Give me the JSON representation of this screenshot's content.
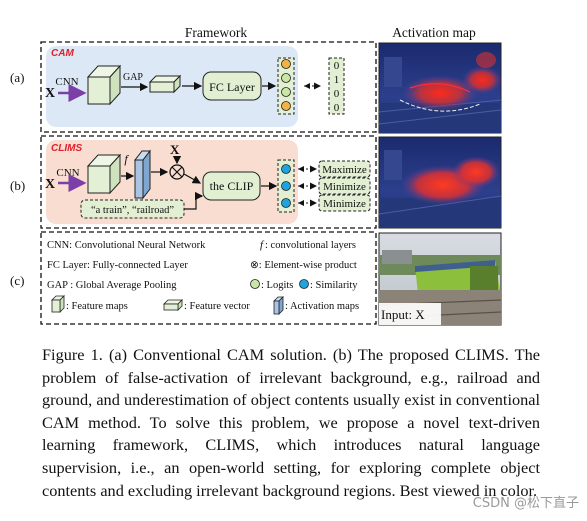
{
  "header": {
    "framework": "Framework",
    "activation_map": "Activation map"
  },
  "panel_a": {
    "row_label": "(a)",
    "tag": "CAM",
    "input": "X",
    "cnn": "CNN",
    "gap": "GAP",
    "fc_layer": "FC Layer",
    "onehot": [
      "0",
      "1",
      "0",
      "0"
    ]
  },
  "panel_b": {
    "row_label": "(b)",
    "tag": "CLIMS",
    "input": "X",
    "cnn": "CNN",
    "f": "f",
    "x_top": "X",
    "clip": "the CLIP",
    "text_prompt": "“a train”, “railroad”",
    "objectives": [
      "Maximize",
      "Minimize",
      "Minimize"
    ]
  },
  "panel_c": {
    "row_label": "(c)",
    "legend": [
      "CNN: Convolutional Neural Network",
      "FC Layer: Fully-connected Layer",
      "GAP : Global Average Pooling",
      ": convolutional layers",
      "⊗: Element-wise product",
      ": Logits",
      ": Similarity",
      ": Feature maps",
      ": Feature vector",
      ": Activation maps"
    ],
    "legend_f": "f",
    "input_label": "Input: X"
  },
  "caption": "Figure 1. (a) Conventional CAM solution. (b) The proposed CLIMS. The problem of false-activation of irrelevant background, e.g., railroad and ground, and underestimation of object contents usually exist in conventional CAM method. To solve this problem, we propose a novel text-driven learning framework, CLIMS, which introduces natural language supervision, i.e., an open-world setting, for exploring complete object contents and excluding irrelevant background regions. Best viewed in color.",
  "watermark": "CSDN @松下直子",
  "colors": {
    "cam_bg": "#dde8f6",
    "clims_bg": "#f8ddd0",
    "cube": "#e4f0d5",
    "logit": "#c8e6a6",
    "similarity": "#1fa3e0",
    "purple": "#7c3fa8",
    "red_tag": "#e0212b"
  }
}
